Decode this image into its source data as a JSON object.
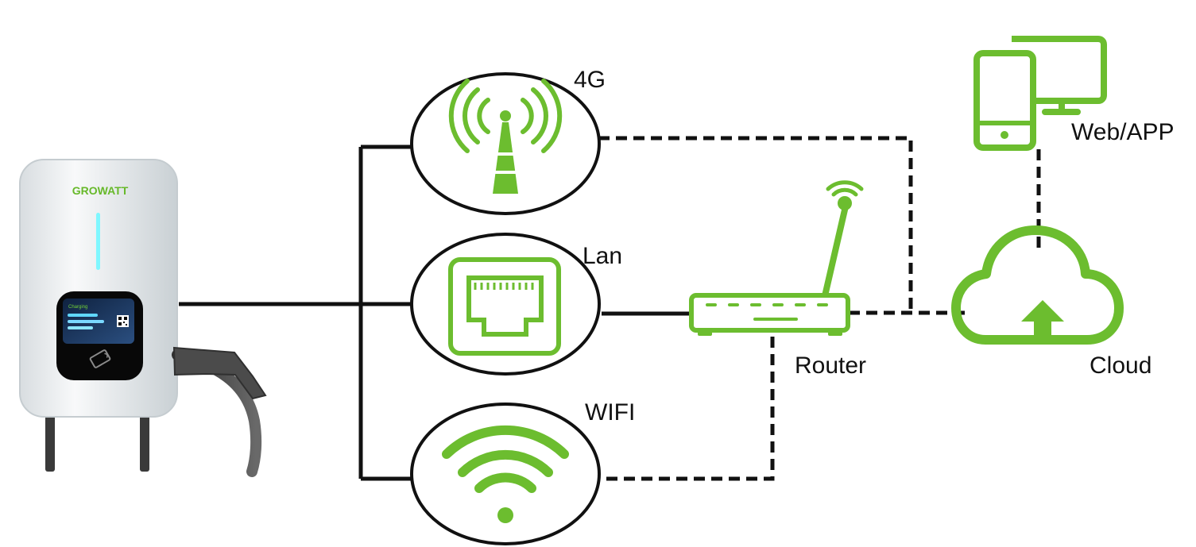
{
  "charger": {
    "brand": "GROWATT",
    "screen_status": "Charging"
  },
  "connections": {
    "fourg_label": "4G",
    "lan_label": "Lan",
    "wifi_label": "WIFI"
  },
  "router": {
    "label": "Router"
  },
  "cloud": {
    "label": "Cloud"
  },
  "client": {
    "label": "Web/APP"
  },
  "colors": {
    "accent_green": "#6cbd2f",
    "line": "#111111",
    "led": "#7ff7ff"
  }
}
